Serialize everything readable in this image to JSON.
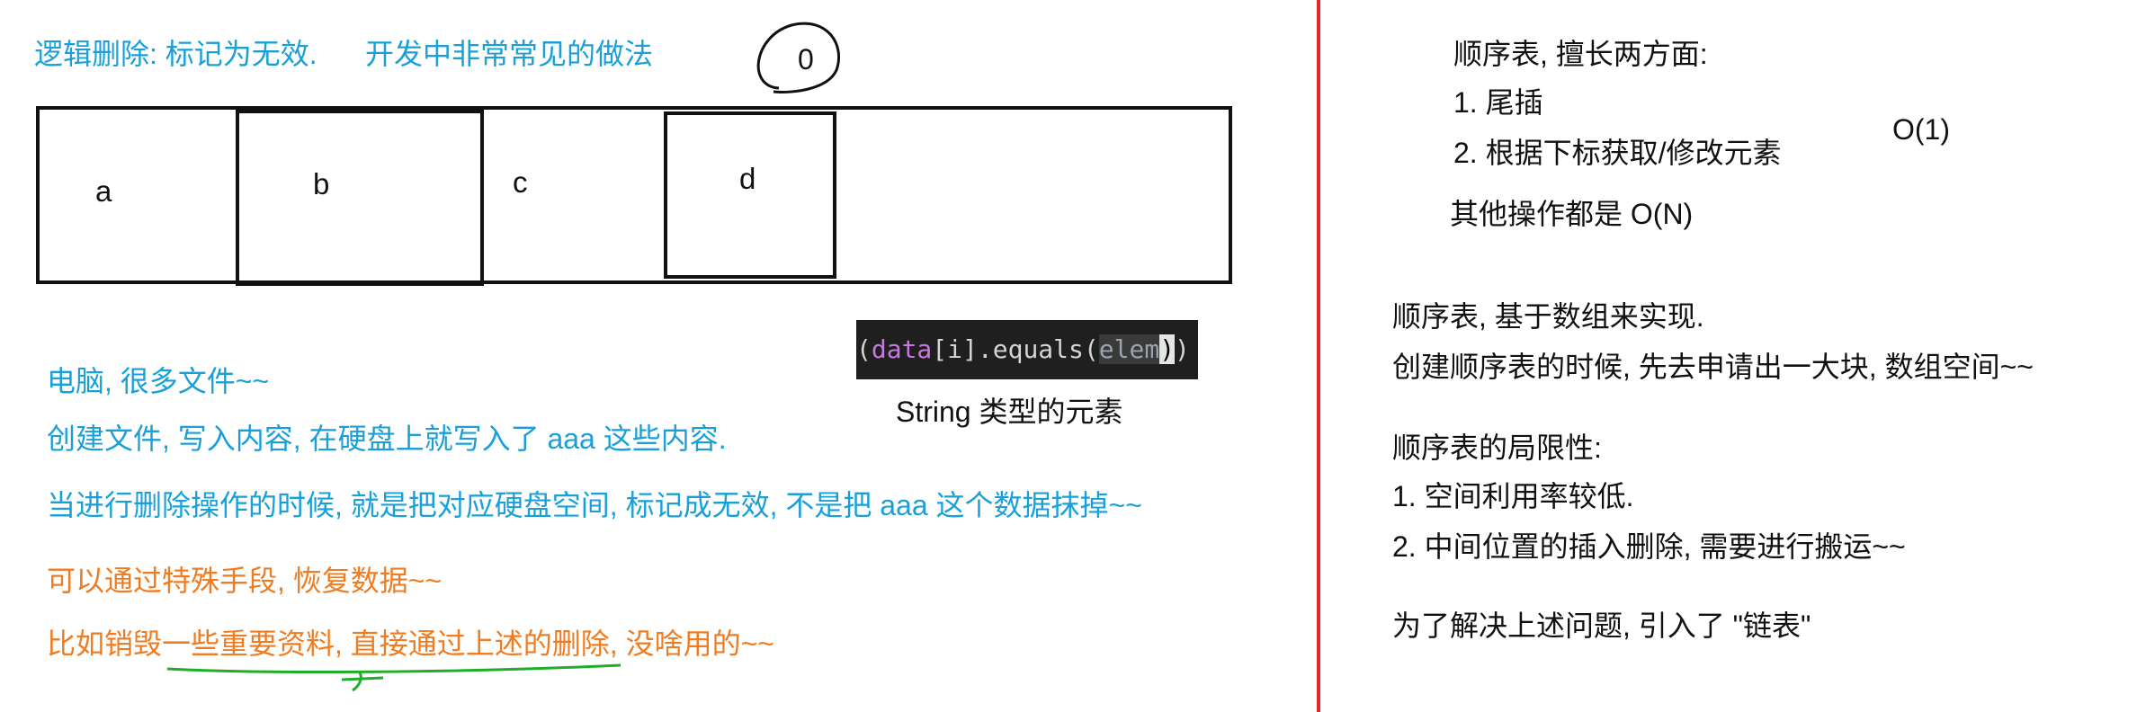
{
  "colors": {
    "blue_text": "#1aa0d8",
    "orange_text": "#f07c22",
    "divider": "#e3262b",
    "green_ink": "#1fae2a",
    "code_bg": "#1f1f1f"
  },
  "left": {
    "title_logic_delete": "逻辑删除: 标记为无效.",
    "title_common": "开发中非常常见的做法",
    "circle_label": "0",
    "cells": [
      "a",
      "b",
      "c",
      "d"
    ],
    "code_snippet": {
      "paren_open": "(",
      "data": "data",
      "index": "[i]",
      "method": ".equals",
      "paren2": "(",
      "arg_a": "elem",
      "paren3": ")",
      "paren4": ")"
    },
    "code_caption": "String 类型的元素",
    "lines_blue": [
      "电脑, 很多文件~~",
      "创建文件, 写入内容, 在硬盘上就写入了 aaa 这些内容.",
      "当进行删除操作的时候, 就是把对应硬盘空间, 标记成无效, 不是把 aaa 这个数据抹掉~~"
    ],
    "lines_orange": [
      "可以通过特殊手段, 恢复数据~~",
      "比如销毁一些重要资料, 直接通过上述的删除, 没啥用的~~"
    ]
  },
  "right": {
    "strengths_title": "顺序表, 擅长两方面:",
    "strength_1": "1. 尾插",
    "strength_2": "2. 根据下标获取/修改元素",
    "complexity_good": "O(1)",
    "others": "其他操作都是 O(N)",
    "impl_1": "顺序表, 基于数组来实现.",
    "impl_2": "创建顺序表的时候, 先去申请出一大块, 数组空间~~",
    "limits_title": "顺序表的局限性:",
    "limit_1": "1. 空间利用率较低.",
    "limit_2": "2. 中间位置的插入删除, 需要进行搬运~~",
    "conclusion": "为了解决上述问题, 引入了 \"链表\""
  }
}
